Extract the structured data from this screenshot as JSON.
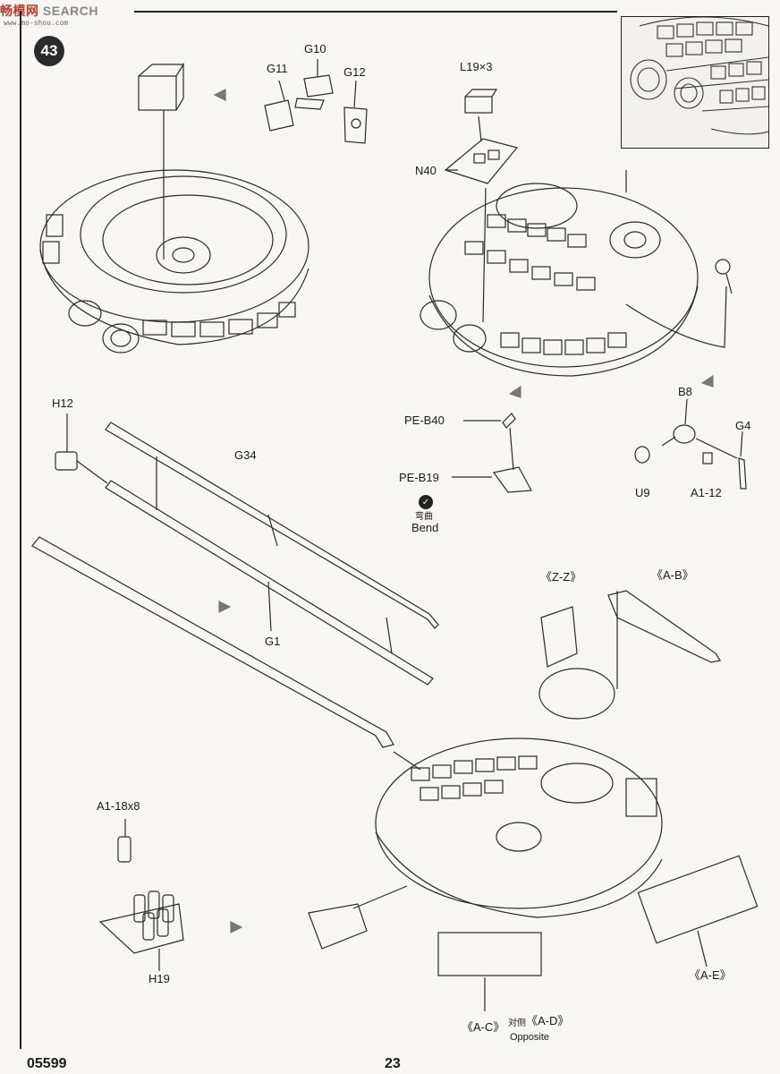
{
  "watermark": {
    "brand": "畅模网",
    "search": "SEARCH",
    "site": "www.mo-shou.com"
  },
  "step": {
    "number": "43"
  },
  "labels": {
    "g10": "G10",
    "g11": "G11",
    "g12": "G12",
    "l19": "L19×3",
    "n40": "N40",
    "h12": "H12",
    "g34": "G34",
    "g1": "G1",
    "pe_b40": "PE-B40",
    "pe_b19": "PE-B19",
    "bend_cn": "弯曲",
    "bend_en": "Bend",
    "b8": "B8",
    "g4": "G4",
    "u9": "U9",
    "a1_12": "A1-12",
    "zz": "《Z-Z》",
    "ab": "《A-B》",
    "a1_18": "A1-18x8",
    "h19": "H19",
    "ac": "《A-C》",
    "opp_cn": "对侧",
    "ad": "《A-D》",
    "opposite": "Opposite",
    "ae": "《A-E》"
  },
  "footer": {
    "code": "05599",
    "page": "23"
  }
}
